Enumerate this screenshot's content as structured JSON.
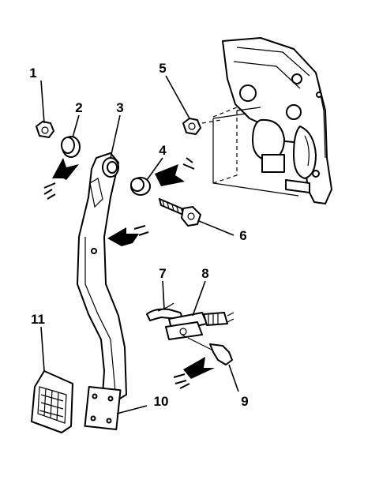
{
  "callouts": {
    "c1": "1",
    "c2": "2",
    "c3": "3",
    "c4": "4",
    "c5": "5",
    "c6": "6",
    "c7": "7",
    "c8": "8",
    "c9": "9",
    "c10": "10",
    "c11": "11"
  },
  "icons": [
    "bracket-assembly-icon",
    "pedal-arm-icon",
    "pedal-pad-icon",
    "bolt-icon",
    "nut-icon",
    "bushing-icon",
    "clip-icon",
    "pushrod-clevis-icon",
    "pin-icon",
    "install-arrow-icon"
  ]
}
